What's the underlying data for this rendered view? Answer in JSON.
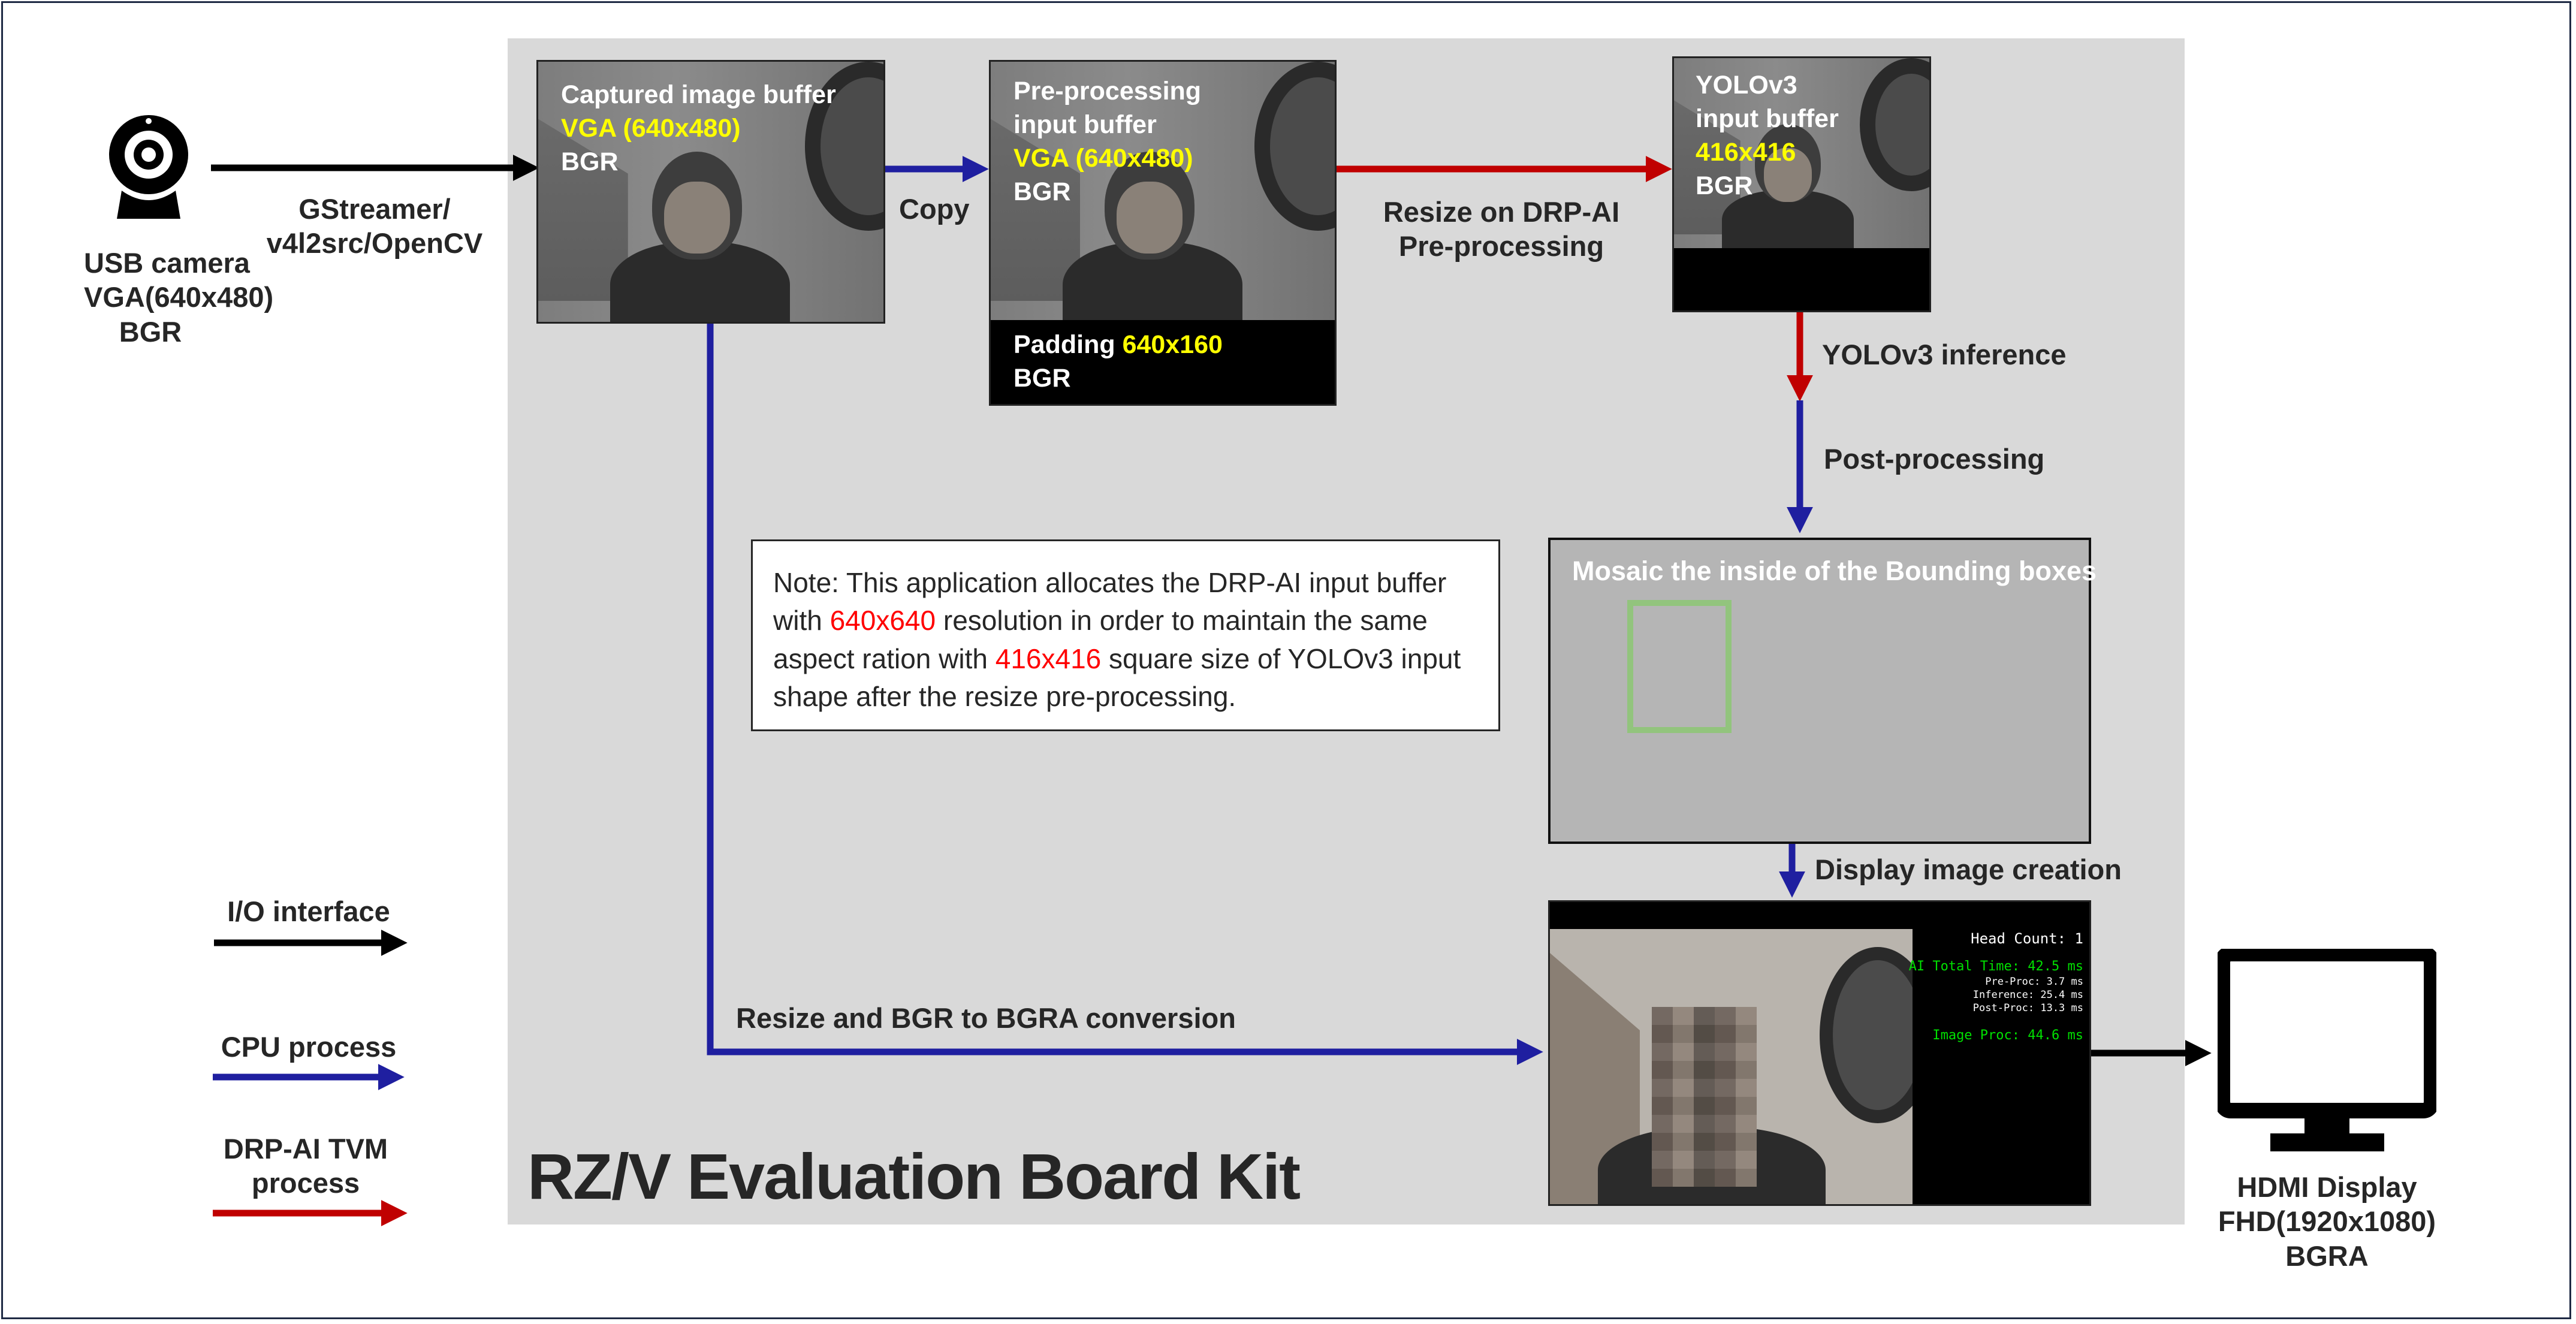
{
  "board": {
    "title": "RZ/V Evaluation Board Kit"
  },
  "camera": {
    "name": "USB camera",
    "res": "VGA(640x480)",
    "fmt": "BGR"
  },
  "arrow_labels": {
    "gstreamer_1": "GStreamer/",
    "gstreamer_2": "v4l2src/OpenCV",
    "copy": "Copy",
    "resize_1": "Resize on DRP-AI",
    "resize_2": "Pre-processing",
    "inference": "YOLOv3 inference",
    "postproc": "Post-processing",
    "display_creation": "Display image creation",
    "bgra_conv": "Resize and BGR to BGRA conversion"
  },
  "capture_buffer": {
    "l1": "Captured image buffer",
    "l2": "VGA (640x480)",
    "l3": "BGR"
  },
  "preproc_buffer": {
    "l1": "Pre-processing",
    "l2": "input buffer",
    "l3": "VGA (640x480)",
    "l4": "BGR",
    "pad_a": "Padding ",
    "pad_b": "640x160",
    "pad_c": "BGR"
  },
  "yolo_buffer": {
    "l1": "YOLOv3",
    "l2": "input buffer",
    "l3": "416x416",
    "l4": "BGR"
  },
  "note": {
    "t1": "Note: This application allocates the DRP-AI input buffer with ",
    "r1": "640x640",
    "t2": " resolution in order to maintain the same aspect ration with ",
    "r2": "416x416",
    "t3": " square size of YOLOv3 input shape after the resize pre-processing."
  },
  "mosaic": {
    "caption": "Mosaic the inside of the Bounding boxes"
  },
  "display_panel": {
    "head_count": "Head Count: 1",
    "ai_total": "AI Total Time: 42.5 ms",
    "pre_proc": "Pre-Proc: 3.7 ms",
    "inference": "Inference: 25.4 ms",
    "post_proc": "Post-Proc: 13.3 ms",
    "image_proc": "Image Proc: 44.6 ms"
  },
  "hdmi": {
    "name": "HDMI Display",
    "res": "FHD(1920x1080)",
    "fmt": "BGRA"
  },
  "legend": {
    "io": "I/O interface",
    "cpu": "CPU process",
    "drp_1": "DRP-AI TVM",
    "drp_2": "process"
  },
  "colors": {
    "io": "#000000",
    "cpu": "#1f1fa0",
    "drp": "#c00000",
    "highlight": "#ffff00",
    "note_red": "#ff0000",
    "panel_green": "#00e000"
  }
}
